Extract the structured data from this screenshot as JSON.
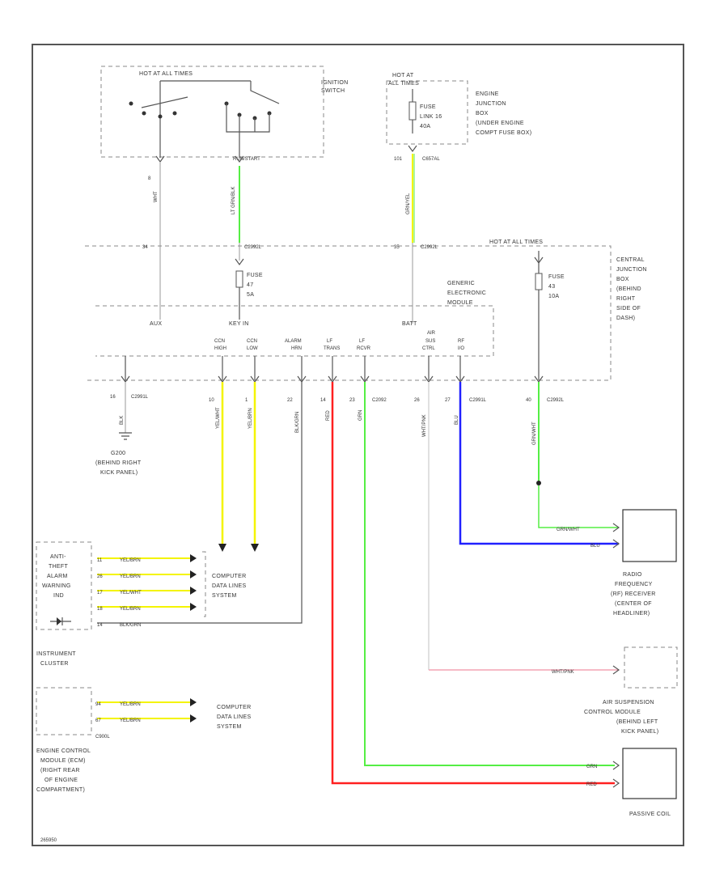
{
  "ignition_switch": {
    "hot": "HOT AT ALL TIMES",
    "title_lines": [
      "IGNITION",
      "SWITCH"
    ],
    "run_pin": "RUN/START",
    "wire_a": "WHT",
    "wire_b": "LT GRN/BLK"
  },
  "engine_junction_box": {
    "hot_lines": [
      "HOT AT",
      "ALL TIMES"
    ],
    "fuse_lines": [
      "FUSE",
      "LINK 16",
      "40A"
    ],
    "title_lines": [
      "ENGINE",
      "JUNCTION",
      "BOX",
      "(UNDER ENGINE",
      "COMPT FUSE BOX)"
    ],
    "pin": "101",
    "conn": "C657AL",
    "wire": "GRN/YEL"
  },
  "central_junction_box": {
    "hot": "HOT AT ALL TIMES",
    "conn_a": "C2992L",
    "conn_b": "C2992L",
    "pin_a": "34",
    "pin_b": "35",
    "fuse_a_lines": [
      "FUSE",
      "47",
      "5A"
    ],
    "fuse_b_lines": [
      "FUSE",
      "43",
      "10A"
    ],
    "title_lines": [
      "CENTRAL",
      "JUNCTION",
      "BOX",
      "(BEHIND",
      "RIGHT",
      "SIDE OF",
      "DASH)"
    ]
  },
  "gem": {
    "title_lines": [
      "GENERIC",
      "ELECTRONIC",
      "MODULE"
    ],
    "aux": "AUX",
    "key_in": "KEY IN",
    "batt": "BATT",
    "pins": [
      [
        "CCN",
        "HIGH"
      ],
      [
        "CCN",
        "LOW"
      ],
      [
        "ALARM",
        "HRN"
      ],
      [
        "LF",
        "TRANS"
      ],
      [
        "LF",
        "RCVR"
      ],
      [
        "AIR",
        "SUS",
        "CTRL"
      ],
      [
        "RF",
        "I/O"
      ]
    ]
  },
  "bottom_pins": [
    {
      "num": "16",
      "conn": "C2991L",
      "wire": "BLK"
    },
    {
      "num": "10",
      "conn": "",
      "wire": "YEL/WHT"
    },
    {
      "num": "1",
      "conn": "",
      "wire": "YEL/BRN"
    },
    {
      "num": "22",
      "conn": "",
      "wire": "BLK/GRN"
    },
    {
      "num": "14",
      "conn": "",
      "wire": "RED"
    },
    {
      "num": "23",
      "conn": "C2092",
      "wire": "GRN"
    },
    {
      "num": "26",
      "conn": "",
      "wire": "WHT/PNK"
    },
    {
      "num": "27",
      "conn": "C2991L",
      "wire": "BLU"
    },
    {
      "num": "40",
      "conn": "C2992L",
      "wire": "GRN/WHT"
    }
  ],
  "ground_lines": [
    "G200",
    "(BEHIND RIGHT",
    "KICK PANEL)"
  ],
  "instrument_cluster": {
    "box_lines": [
      "ANTI-",
      "THEFT",
      "ALARM",
      "WARNING",
      "IND"
    ],
    "title_lines": [
      "INSTRUMENT",
      "CLUSTER"
    ],
    "rows": [
      {
        "pin": "11",
        "wire": "YEL/BRN"
      },
      {
        "pin": "26",
        "wire": "YEL/BRN"
      },
      {
        "pin": "17",
        "wire": "YEL/WHT"
      },
      {
        "pin": "18",
        "wire": "YEL/BRN"
      },
      {
        "pin": "14",
        "wire": "BLK/GRN"
      }
    ],
    "system_lines": [
      "COMPUTER",
      "DATA LINES",
      "SYSTEM"
    ]
  },
  "pcm": {
    "rows": [
      {
        "pin": "94",
        "wire": "YEL/BRN"
      },
      {
        "pin": "67",
        "wire": "YEL/BRN"
      }
    ],
    "conn": "C900L",
    "system_lines": [
      "COMPUTER",
      "DATA LINES",
      "SYSTEM"
    ],
    "title_lines": [
      "ENGINE CONTROL",
      "MODULE (ECM)",
      "(RIGHT REAR",
      "OF ENGINE",
      "COMPARTMENT)"
    ]
  },
  "rf_receiver": {
    "wire_a": "GRN/WHT",
    "wire_b": "BLU",
    "title_lines": [
      "RADIO",
      "FREQUENCY",
      "(RF) RECEIVER",
      "(CENTER OF",
      "HEADLINER)"
    ]
  },
  "air_suspension": {
    "wire": "WHT/PNK",
    "title_lines": [
      "AIR SUSPENSION",
      "CONTROL MODULE",
      "(BEHIND LEFT",
      "KICK PANEL)"
    ]
  },
  "passive_coil": {
    "wire_a": "GRN",
    "wire_b": "RED",
    "title": "PASSIVE COIL"
  },
  "footer_id": "265950",
  "colors": {
    "yellow": "#f4f400",
    "green": "#55ee44",
    "red": "#ff2020",
    "blue": "#2020ff",
    "pink": "#f4a4b4",
    "grayWire": "#aaaaaa",
    "frame": "#555555"
  }
}
